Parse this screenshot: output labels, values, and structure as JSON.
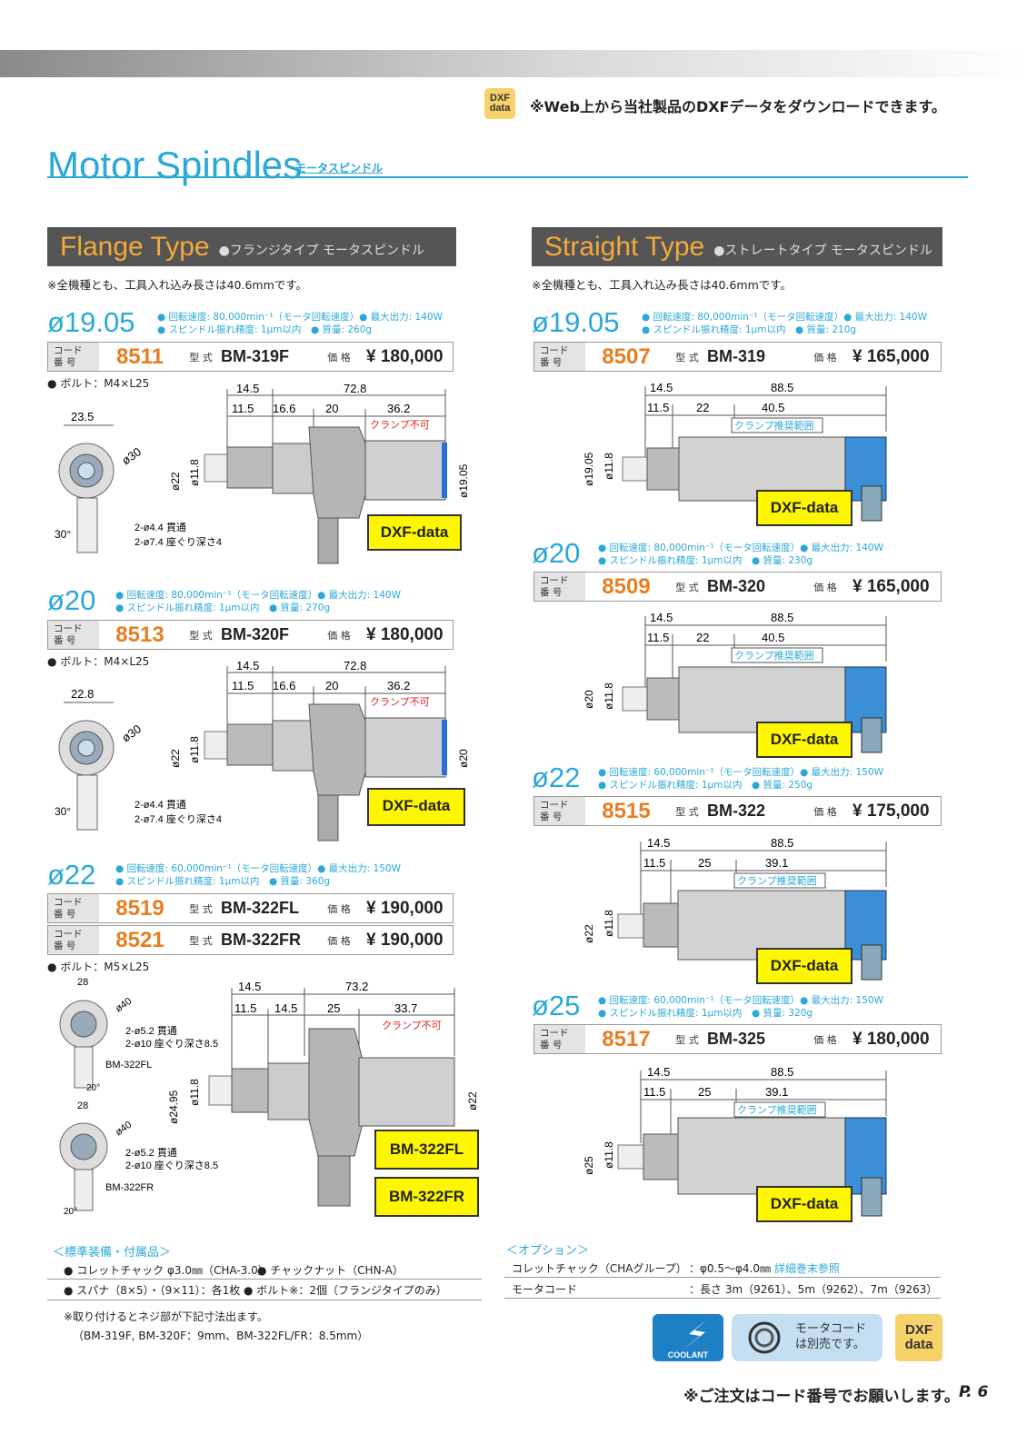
{
  "header": {
    "dxf_badge_top": "DXF",
    "dxf_badge_bottom": "data",
    "notice": "※Web上から当社製品のDXFデータをダウンロードできます。"
  },
  "title": {
    "en": "Motor Spindles",
    "jp": "モータスピンドル"
  },
  "flange": {
    "heading_en": "Flange Type",
    "heading_jp": "●フランジタイプ モータスピンドル",
    "note": "※全機種とも、工具入れ込み長さは40.6mmです。",
    "products": [
      {
        "dia": "ø19.05",
        "spec1": "● 回転速度: 80,000min⁻¹（モータ回転速度）● 最大出力: 140W",
        "spec2": "● スピンドル振れ精度: 1μm以内　● 質量: 260g",
        "rows": [
          {
            "code": "8511",
            "model": "BM-319F",
            "price": "¥ 180,000"
          }
        ],
        "bolt": "● ボルト：M4×L25",
        "dims": {
          "total": "72.8",
          "a": "14.5",
          "b": "11.5",
          "c": "16.6",
          "d": "20",
          "e": "36.2",
          "clamp": "クランプ不可",
          "left": "23.5",
          "phi": "ø30",
          "body": "ø22",
          "bore": "ø11.8",
          "right": "ø19.05",
          "hole1": "2-ø4.4 貫通",
          "hole2": "2-ø7.4 座ぐり深さ4",
          "angle": "30°"
        },
        "btn": "DXF-data"
      },
      {
        "dia": "ø20",
        "spec1": "● 回転速度: 80,000min⁻¹（モータ回転速度）● 最大出力: 140W",
        "spec2": "● スピンドル振れ精度: 1μm以内　● 質量: 270g",
        "rows": [
          {
            "code": "8513",
            "model": "BM-320F",
            "price": "¥ 180,000"
          }
        ],
        "bolt": "● ボルト：M4×L25",
        "dims": {
          "total": "72.8",
          "a": "14.5",
          "b": "11.5",
          "c": "16.6",
          "d": "20",
          "e": "36.2",
          "clamp": "クランプ不可",
          "left": "22.8",
          "phi": "ø30",
          "body": "ø22",
          "bore": "ø11.8",
          "right": "ø20",
          "hole1": "2-ø4.4 貫通",
          "hole2": "2-ø7.4 座ぐり深さ4",
          "angle": "30°"
        },
        "btn": "DXF-data"
      },
      {
        "dia": "ø22",
        "spec1": "● 回転速度: 60,000min⁻¹（モータ回転速度）● 最大出力: 150W",
        "spec2": "● スピンドル振れ精度: 1μm以内　● 質量: 360g",
        "rows": [
          {
            "code": "8519",
            "model": "BM-322FL",
            "price": "¥ 190,000"
          },
          {
            "code": "8521",
            "model": "BM-322FR",
            "price": "¥ 190,000"
          }
        ],
        "bolt": "● ボルト：M5×L25",
        "dims": {
          "total": "73.2",
          "a": "14.5",
          "b": "11.5",
          "c": "14.5",
          "d": "25",
          "e": "33.7",
          "clamp": "クランプ不可",
          "left": "28",
          "phi": "ø40",
          "body": "ø24.95",
          "bore": "ø11.8",
          "right": "ø22",
          "hole1": "2-ø5.2 貫通",
          "hole2": "2-ø10 座ぐり深さ8.5",
          "fl": "BM-322FL",
          "fr": "BM-322FR",
          "angle": "20°"
        },
        "btn1": "BM-322FL",
        "btn2": "BM-322FR"
      }
    ]
  },
  "straight": {
    "heading_en": "Straight Type",
    "heading_jp": "●ストレートタイプ モータスピンドル",
    "note": "※全機種とも、工具入れ込み長さは40.6mmです。",
    "products": [
      {
        "dia": "ø19.05",
        "spec1": "● 回転速度: 80,000min⁻¹（モータ回転速度）● 最大出力: 140W",
        "spec2": "● スピンドル振れ精度: 1μm以内　● 質量: 210g",
        "code": "8507",
        "model": "BM-319",
        "price": "¥ 165,000",
        "dims": {
          "a": "14.5",
          "total": "88.5",
          "b": "11.5",
          "c": "22",
          "d": "40.5",
          "clamp": "クランプ推奨範囲",
          "body": "ø19.05",
          "bore": "ø11.8"
        },
        "btn": "DXF-data"
      },
      {
        "dia": "ø20",
        "spec1": "● 回転速度: 80,000min⁻¹（モータ回転速度）● 最大出力: 140W",
        "spec2": "● スピンドル振れ精度: 1μm以内　● 質量: 230g",
        "code": "8509",
        "model": "BM-320",
        "price": "¥ 165,000",
        "dims": {
          "a": "14.5",
          "total": "88.5",
          "b": "11.5",
          "c": "22",
          "d": "40.5",
          "clamp": "クランプ推奨範囲",
          "body": "ø20",
          "bore": "ø11.8"
        },
        "btn": "DXF-data"
      },
      {
        "dia": "ø22",
        "spec1": "● 回転速度: 60,000min⁻¹（モータ回転速度）● 最大出力: 150W",
        "spec2": "● スピンドル振れ精度: 1μm以内　● 質量: 250g",
        "code": "8515",
        "model": "BM-322",
        "price": "¥ 175,000",
        "dims": {
          "a": "14.5",
          "total": "88.5",
          "b": "11.5",
          "c": "25",
          "d": "39.1",
          "clamp": "クランプ推奨範囲",
          "body": "ø22",
          "bore": "ø11.8"
        },
        "btn": "DXF-data"
      },
      {
        "dia": "ø25",
        "spec1": "● 回転速度: 60,000min⁻¹（モータ回転速度）● 最大出力: 150W",
        "spec2": "● スピンドル振れ精度: 1μm以内　● 質量: 320g",
        "code": "8517",
        "model": "BM-325",
        "price": "¥ 180,000",
        "dims": {
          "a": "14.5",
          "total": "88.5",
          "b": "11.5",
          "c": "25",
          "d": "39.1",
          "clamp": "クランプ推奨範囲",
          "body": "ø25",
          "bore": "ø11.8"
        },
        "btn": "DXF-data"
      }
    ]
  },
  "labels": {
    "code1": "コード",
    "code2": "番 号",
    "model": "型 式",
    "price": "価 格"
  },
  "accessories": {
    "heading": "＜標準装備・付属品＞",
    "line1a": "● コレットチャック φ3.0㎜（CHA-3.0）",
    "line1b": "● チャックナット（CHN-A）",
    "line2a": "● スパナ（8×5）・（9×11）：各1枚",
    "line2b": "● ボルト※：2個（フランジタイプのみ）",
    "note1": "※取り付けるとネジ部が下記寸法出ます。",
    "note2": "（BM-319F, BM-320F：9mm、BM-322FL/FR：8.5mm）"
  },
  "options": {
    "heading": "＜オプション＞",
    "r1k": "コレットチャック（CHAグループ）",
    "r1v": "：φ0.5〜φ4.0㎜",
    "r1link": "詳細巻末参照",
    "r2k": "モータコード",
    "r2v": "：長さ 3m（9261）、5m（9262）、7m（9263）"
  },
  "icons": {
    "coolant": "COOLANT",
    "cord1": "モータコード",
    "cord2": "は別売です。",
    "dxf_top": "DXF",
    "dxf_bottom": "data"
  },
  "footer": {
    "text": "※ご注文はコード番号でお願いします。",
    "page": "P. 6"
  }
}
